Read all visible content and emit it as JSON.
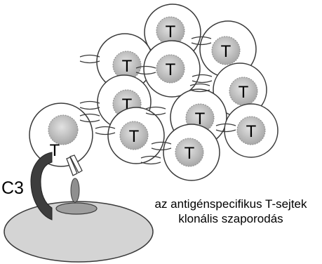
{
  "cell_letter": "T",
  "c3_label": "C3",
  "caption": {
    "line1": "az antigénspecifikus T-sejtek",
    "line2": "klonális szaporodás"
  },
  "colors": {
    "cell_fill": "#ffffff",
    "nucleus_fill": "#bdbdbd",
    "outline": "#3a3a3a",
    "apc_fill": "#d4d4d4",
    "c3_fill": "#3d3d3d"
  }
}
